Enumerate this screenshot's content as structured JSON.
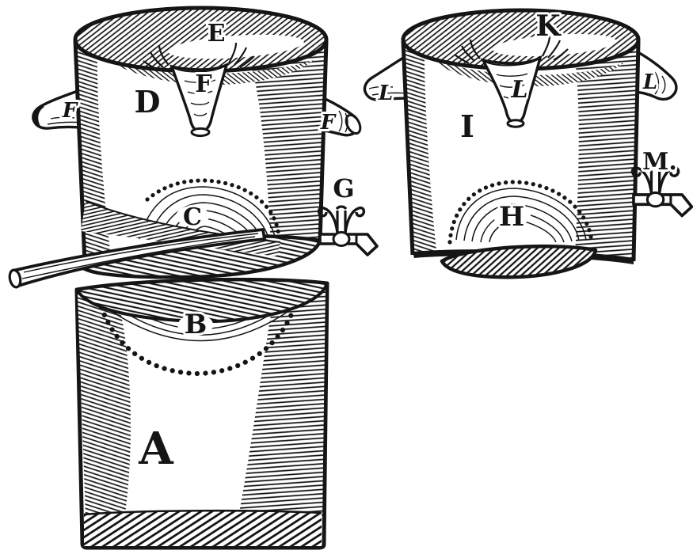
{
  "figure": {
    "paper_color": "#ffffff",
    "ink_color": "#151515",
    "labels": {
      "a": "A",
      "b": "B",
      "c": "C",
      "d": "D",
      "e": "E",
      "f_funnel": "F",
      "f_spout_left": "F",
      "f_spout_right": "F",
      "g": "G",
      "h": "H",
      "i": "I",
      "k": "K",
      "l_funnel": "L",
      "l_spout_left": "L",
      "l_spout_right": "L",
      "m": "M."
    }
  }
}
